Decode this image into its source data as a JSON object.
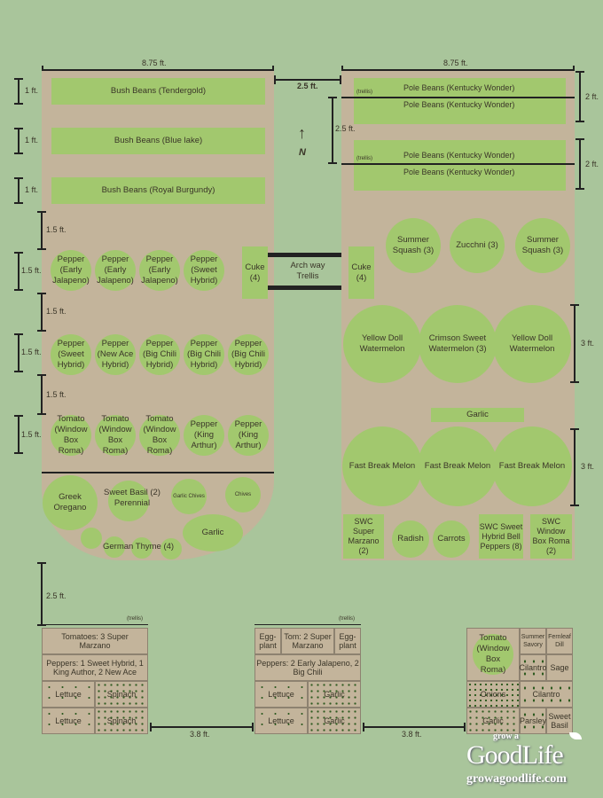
{
  "dimensions": {
    "width_left": "8.75 ft.",
    "width_right": "8.75 ft.",
    "gap_top": "2.5 ft.",
    "one_ft": "1 ft.",
    "one_half_ft": "1.5 ft.",
    "two_ft": "2 ft.",
    "two_half_ft": "2.5 ft.",
    "three_ft": "3 ft.",
    "gap_bottom": "3.8 ft.",
    "trellis": "(trellis)",
    "north": "N"
  },
  "left_bed": {
    "bush_beans": [
      "Bush Beans (Tendergold)",
      "Bush Beans (Blue lake)",
      "Bush Beans (Royal Burgundy)"
    ],
    "row1": [
      "Pepper (Early Jalapeno)",
      "Pepper (Early Jalapeno)",
      "Pepper (Early Jalapeno)",
      "Pepper (Sweet Hybrid)"
    ],
    "cuke": "Cuke (4)",
    "row2": [
      "Pepper (Sweet Hybrid)",
      "Pepper (New Ace Hybrid)",
      "Pepper (Big Chili Hybrid)",
      "Pepper (Big Chili Hybrid)",
      "Pepper (Big Chili Hybrid)"
    ],
    "row3": [
      "Tomato (Window Box Roma)",
      "Tomato (Window Box Roma)",
      "Tomato (Window Box Roma)",
      "Pepper (King Arthur)",
      "Pepper (King Arthur)"
    ],
    "herbs": {
      "oregano": "Greek Oregano",
      "basil": "Sweet Basil (2) Perennial",
      "garlic_chives": "Garlic Chives",
      "chives": "Chives",
      "garlic": "Garlic",
      "thyme": "German Thyme (4)"
    }
  },
  "arch": "Arch way Trellis",
  "right_bed": {
    "pole_beans": [
      "Pole Beans (Kentucky Wonder)",
      "Pole Beans (Kentucky Wonder)",
      "Pole Beans (Kentucky Wonder)",
      "Pole Beans (Kentucky Wonder)"
    ],
    "row1": [
      "Summer Squash (3)",
      "Zucchni (3)",
      "Summer Squash (3)"
    ],
    "cuke": "Cuke (4)",
    "watermelons": [
      "Yellow Doll Watermelon",
      "Crimson Sweet Watermelon (3)",
      "Yellow Doll Watermelon"
    ],
    "garlic": "Garlic",
    "melons": [
      "Fast Break Melon",
      "Fast Break Melon",
      "Fast Break Melon"
    ],
    "bottom": [
      "SWC Super Marzano (2)",
      "Radish",
      "Carrots",
      "SWC Sweet Hybrid Bell Peppers (8)",
      "SWC Window Box Roma (2)"
    ]
  },
  "raised_beds": [
    {
      "tomatoes": "Tomatoes: 3 Super Marzano",
      "peppers": "Peppers: 1 Sweet Hybrid, 1 King Author, 2 New Ace",
      "cells": [
        "Lettuce",
        "Spinach",
        "Lettuce",
        "Spinach"
      ]
    },
    {
      "left": "Egg-plant",
      "mid": "Tom: 2 Super Marzano",
      "right": "Egg-plant",
      "peppers": "Peppers: 2 Early Jalapeno, 2 Big Chili",
      "cells": [
        "Lettuce",
        "Garlic",
        "Lettuce",
        "Garlic"
      ]
    },
    {
      "tomato": "Tomato (Window Box Roma)",
      "savory": "Summer Savory",
      "dill": "Fernleaf Dill",
      "cilantro": "Cilantro",
      "sage": "Sage",
      "onions": "Onions",
      "cilantro2": "Cilantro",
      "garlic": "Garlic",
      "parsley": "Parsley",
      "basil": "Sweet Basil"
    }
  ],
  "logo": {
    "small": "grow a",
    "big": "GoodLife",
    "url": "growagoodlife.com"
  }
}
